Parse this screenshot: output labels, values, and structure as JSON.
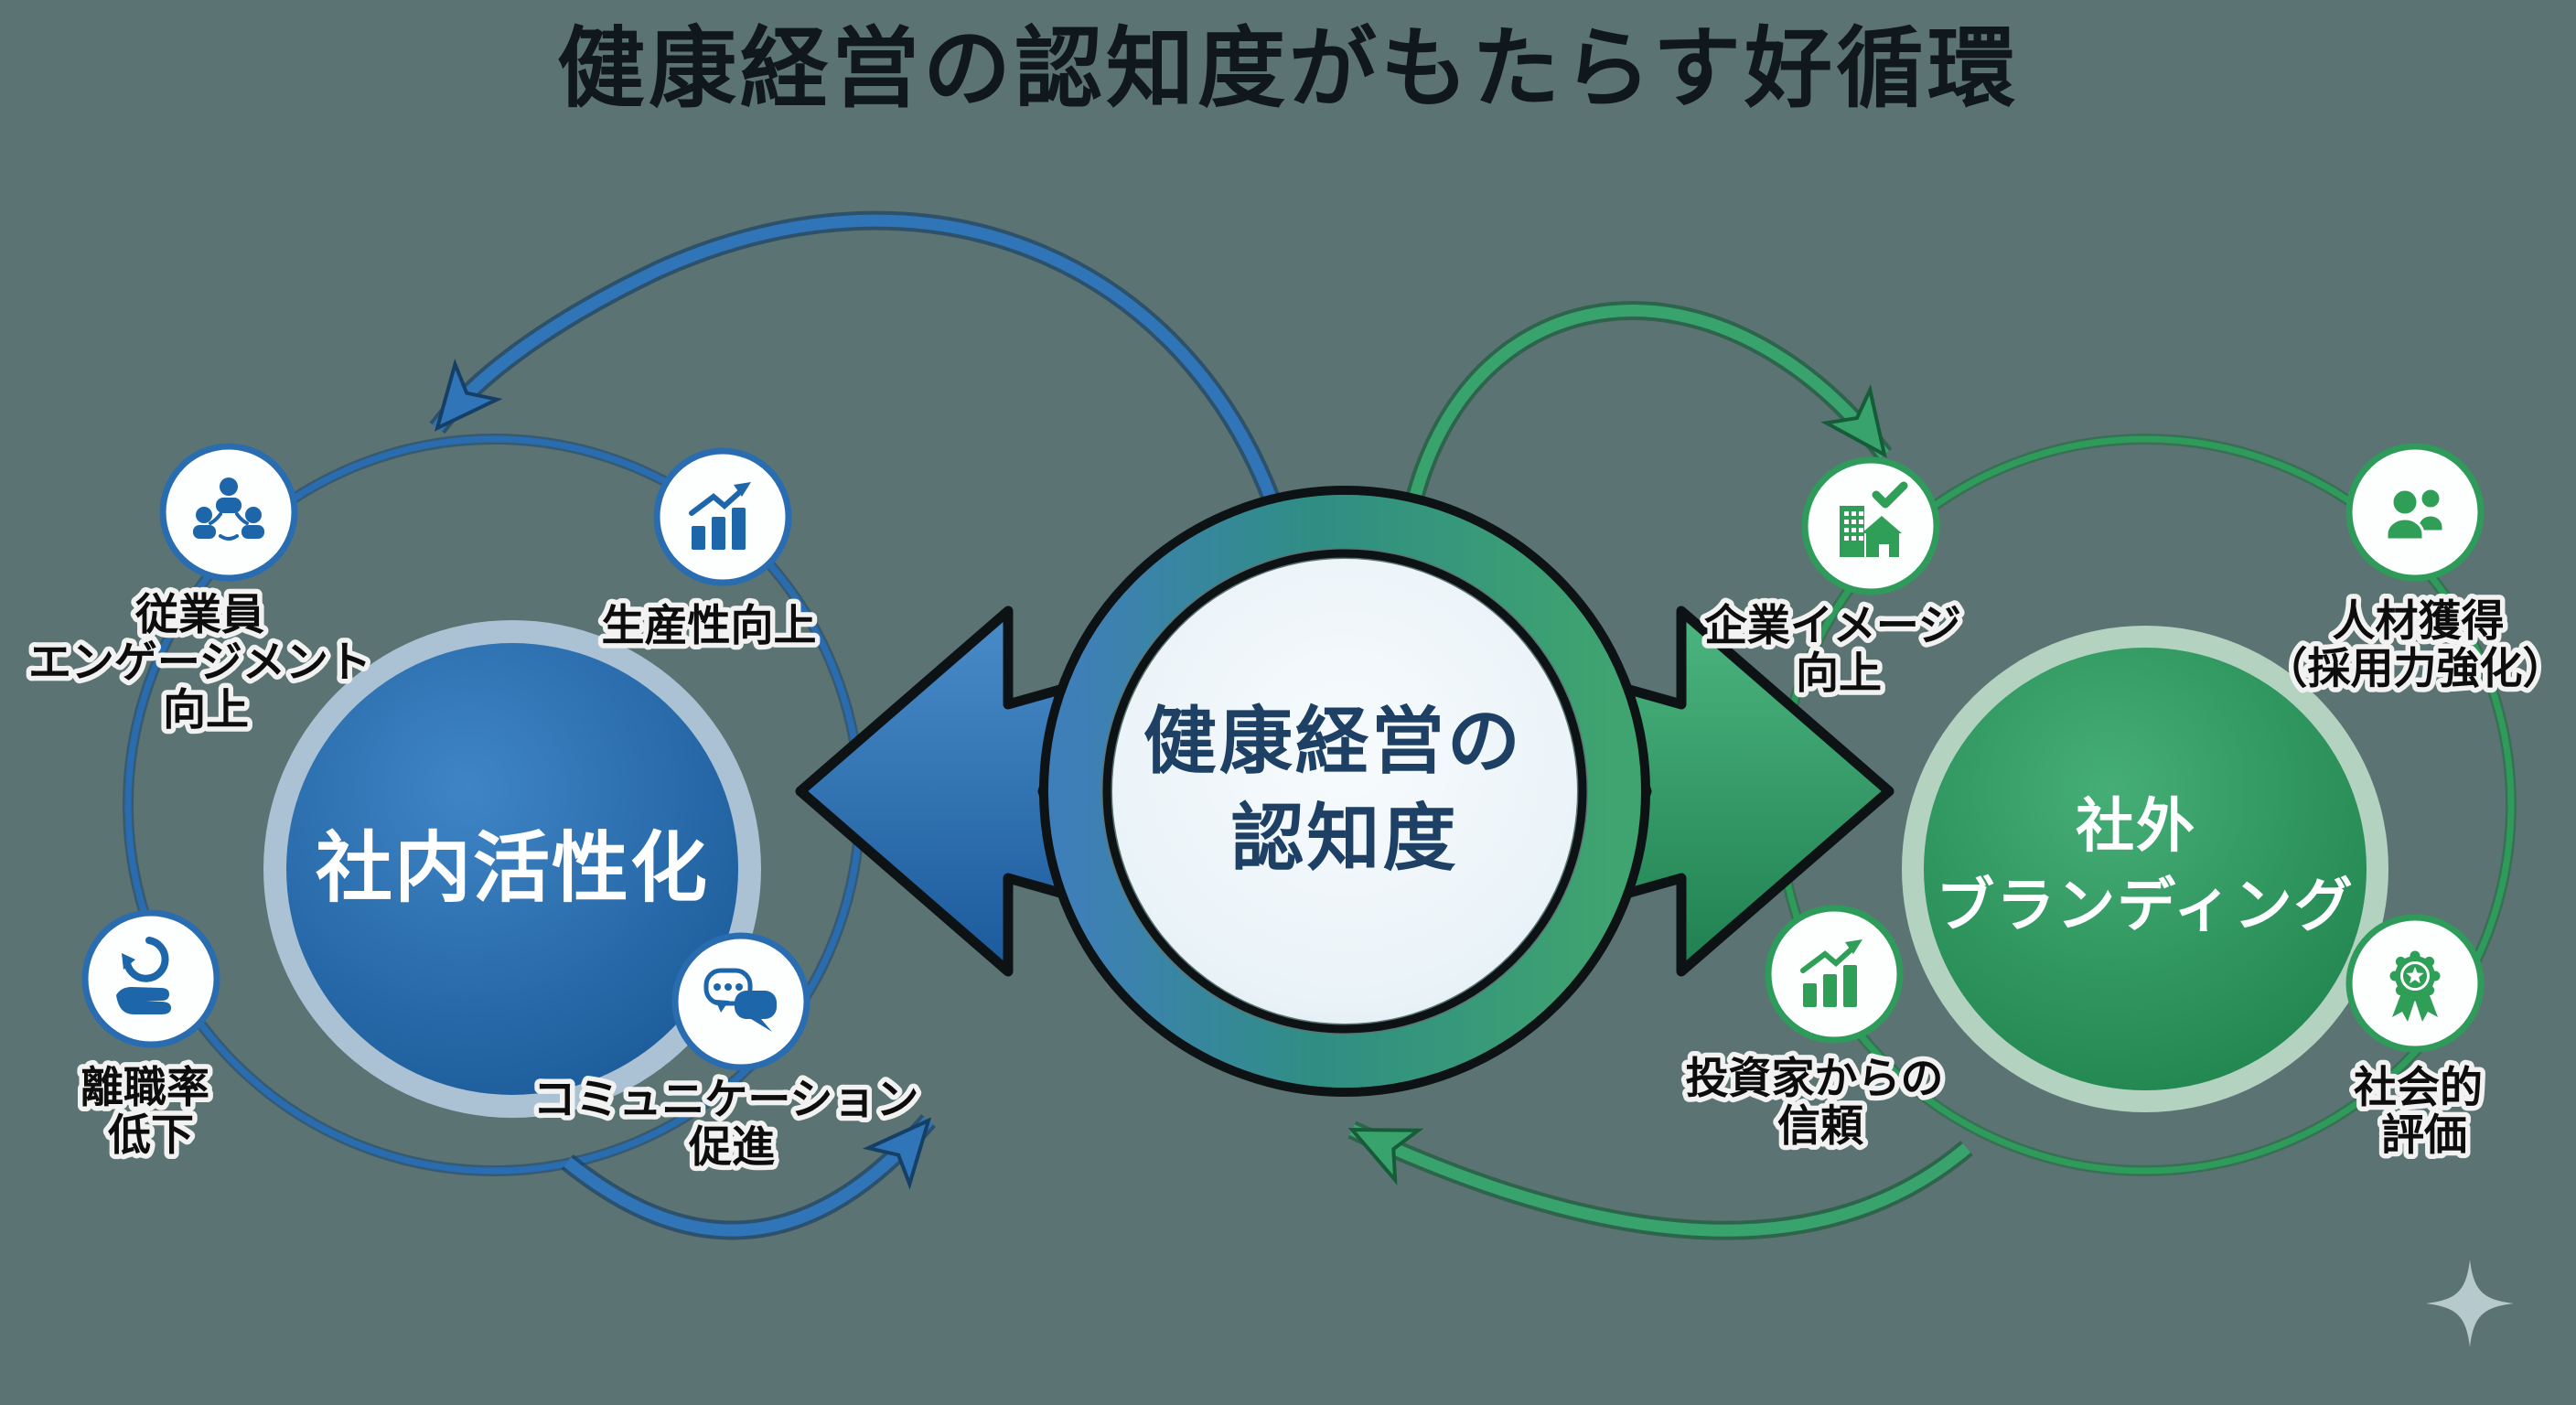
{
  "title": "健康経営の認知度がもたらす好循環",
  "center_circle": {
    "label_lines": [
      "健康経営の",
      "認知度"
    ]
  },
  "left_cycle": {
    "hub_label": "社内活性化",
    "accent_color": "#2a6db0",
    "satellites": [
      {
        "icon": "people-network-icon",
        "label_lines": [
          "従業員",
          "エンゲージメント",
          "向上"
        ]
      },
      {
        "icon": "bar-chart-rising-icon",
        "label_lines": [
          "生産性向上"
        ]
      },
      {
        "icon": "hand-retention-icon",
        "label_lines": [
          "離職率",
          "低下"
        ]
      },
      {
        "icon": "speech-bubbles-icon",
        "label_lines": [
          "コミュニケーション",
          "促進"
        ]
      }
    ]
  },
  "right_cycle": {
    "hub_label_lines": [
      "社外",
      "ブランディング"
    ],
    "accent_color": "#2f9e57",
    "satellites": [
      {
        "icon": "building-check-icon",
        "label_lines": [
          "企業イメージ",
          "向上"
        ]
      },
      {
        "icon": "two-people-icon",
        "label_lines": [
          "人材獲得",
          "（採用力強化）"
        ]
      },
      {
        "icon": "bar-chart-rising-icon",
        "label_lines": [
          "投資家からの",
          "信頼"
        ]
      },
      {
        "icon": "award-ribbon-icon",
        "label_lines": [
          "社会的",
          "評価"
        ]
      }
    ]
  },
  "colors": {
    "background": "#5b7473",
    "blue": "#2a6db0",
    "green": "#2f9e57",
    "center_text": "#1d4064",
    "title_text": "#10181c",
    "sparkle": "#bccfd3"
  }
}
